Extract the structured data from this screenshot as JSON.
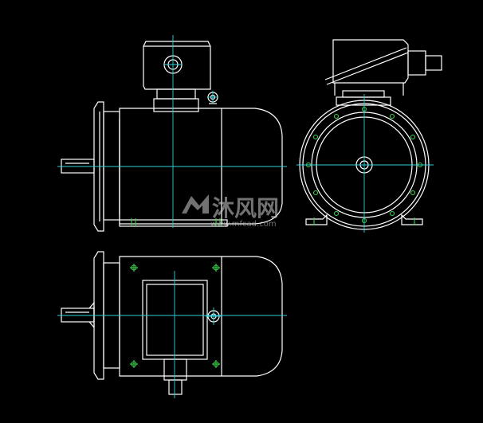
{
  "watermark": {
    "logo_text": "沐风网",
    "url": "www.mfcad.com"
  },
  "colors": {
    "background": "#000000",
    "outline": "#ffffff",
    "centerline": "#2fd0d8",
    "bolt": "#3ad24a"
  },
  "views": [
    "front-view",
    "side-view",
    "top-view"
  ]
}
